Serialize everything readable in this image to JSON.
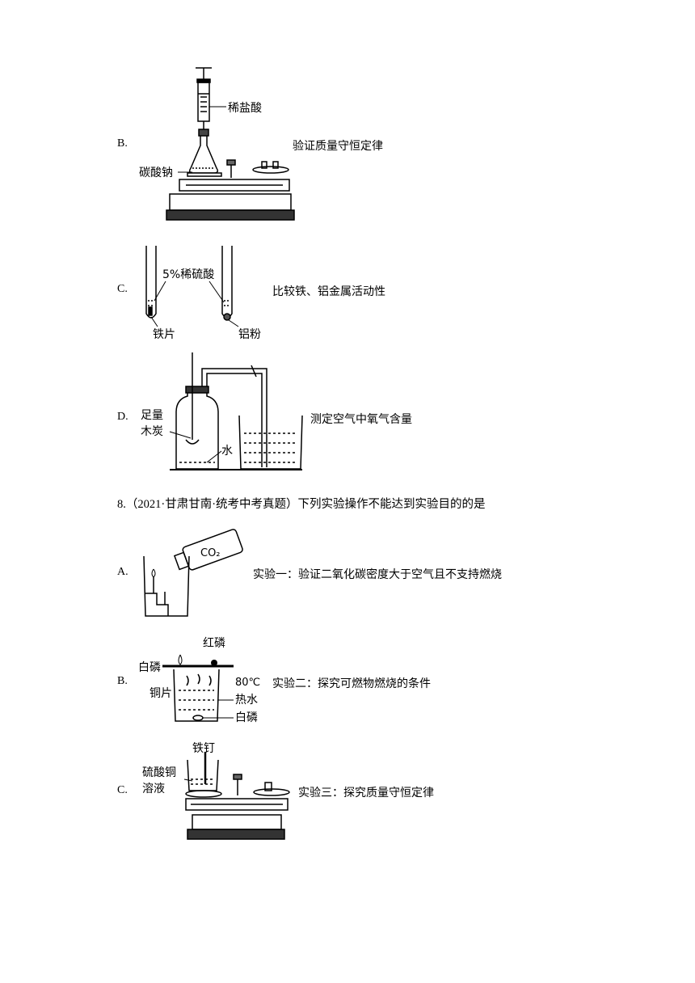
{
  "q7": {
    "B": {
      "letter": "B.",
      "caption": "验证质量守恒定律",
      "labels": {
        "syringe": "稀盐酸",
        "flask": "碳酸钠"
      }
    },
    "C": {
      "letter": "C.",
      "caption": "比较铁、铝金属活动性",
      "labels": {
        "acid": "5%稀硫酸",
        "iron": "铁片",
        "al": "铝粉"
      }
    },
    "D": {
      "letter": "D.",
      "caption": "测定空气中氧气含量",
      "labels": {
        "amount": "足量",
        "charcoal": "木炭",
        "water": "水"
      }
    }
  },
  "q8": {
    "stem": "8.（2021·甘肃甘南·统考中考真题）下列实验操作不能达到实验目的的是",
    "A": {
      "letter": "A.",
      "caption": "实验一：验证二氧化碳密度大于空气且不支持燃烧",
      "labels": {
        "co2": "CO₂"
      }
    },
    "B": {
      "letter": "B.",
      "caption": "实验二：探究可燃物燃烧的条件",
      "labels": {
        "red_p": "红磷",
        "white_p_top": "白磷",
        "copper": "铜片",
        "temp": "80℃",
        "hot_water": "热水",
        "white_p_bottom": "白磷"
      }
    },
    "C": {
      "letter": "C.",
      "caption": "实验三：探究质量守恒定律",
      "labels": {
        "nail": "铁钉",
        "cuso4_1": "硫酸铜",
        "cuso4_2": "溶液"
      }
    }
  }
}
